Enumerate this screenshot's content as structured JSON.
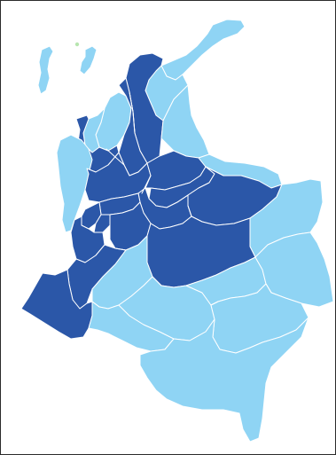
{
  "map": {
    "colors": {
      "light": "#8fd4f4",
      "dark": "#2b57a8",
      "border": "#ffffff",
      "marker": "#b8e6b0",
      "frame": "#2b2b2b"
    },
    "regions": [
      {
        "id": "la-guajira",
        "shade": "light"
      },
      {
        "id": "magdalena",
        "shade": "light"
      },
      {
        "id": "atlantico",
        "shade": "light"
      },
      {
        "id": "cesar",
        "shade": "dark"
      },
      {
        "id": "bolivar",
        "shade": "dark"
      },
      {
        "id": "sucre",
        "shade": "light"
      },
      {
        "id": "cordoba",
        "shade": "dark"
      },
      {
        "id": "norte-de-santander",
        "shade": "light"
      },
      {
        "id": "choco",
        "shade": "light"
      },
      {
        "id": "antioquia",
        "shade": "dark"
      },
      {
        "id": "santander",
        "shade": "dark"
      },
      {
        "id": "arauca",
        "shade": "light"
      },
      {
        "id": "boyaca",
        "shade": "dark"
      },
      {
        "id": "casanare",
        "shade": "dark"
      },
      {
        "id": "vichada",
        "shade": "light"
      },
      {
        "id": "cundinamarca",
        "shade": "dark"
      },
      {
        "id": "caldas",
        "shade": "dark"
      },
      {
        "id": "risaralda",
        "shade": "dark"
      },
      {
        "id": "quindio",
        "shade": "dark"
      },
      {
        "id": "tolima",
        "shade": "dark"
      },
      {
        "id": "valle-del-cauca",
        "shade": "dark"
      },
      {
        "id": "meta",
        "shade": "dark"
      },
      {
        "id": "cauca",
        "shade": "dark"
      },
      {
        "id": "huila",
        "shade": "light"
      },
      {
        "id": "narino",
        "shade": "dark"
      },
      {
        "id": "putumayo",
        "shade": "light"
      },
      {
        "id": "caqueta",
        "shade": "light"
      },
      {
        "id": "guaviare",
        "shade": "light"
      },
      {
        "id": "guainia",
        "shade": "light"
      },
      {
        "id": "vaupes",
        "shade": "light"
      },
      {
        "id": "amazonas",
        "shade": "light"
      },
      {
        "id": "san-andres",
        "shade": "light"
      },
      {
        "id": "providencia",
        "shade": "light"
      }
    ]
  }
}
